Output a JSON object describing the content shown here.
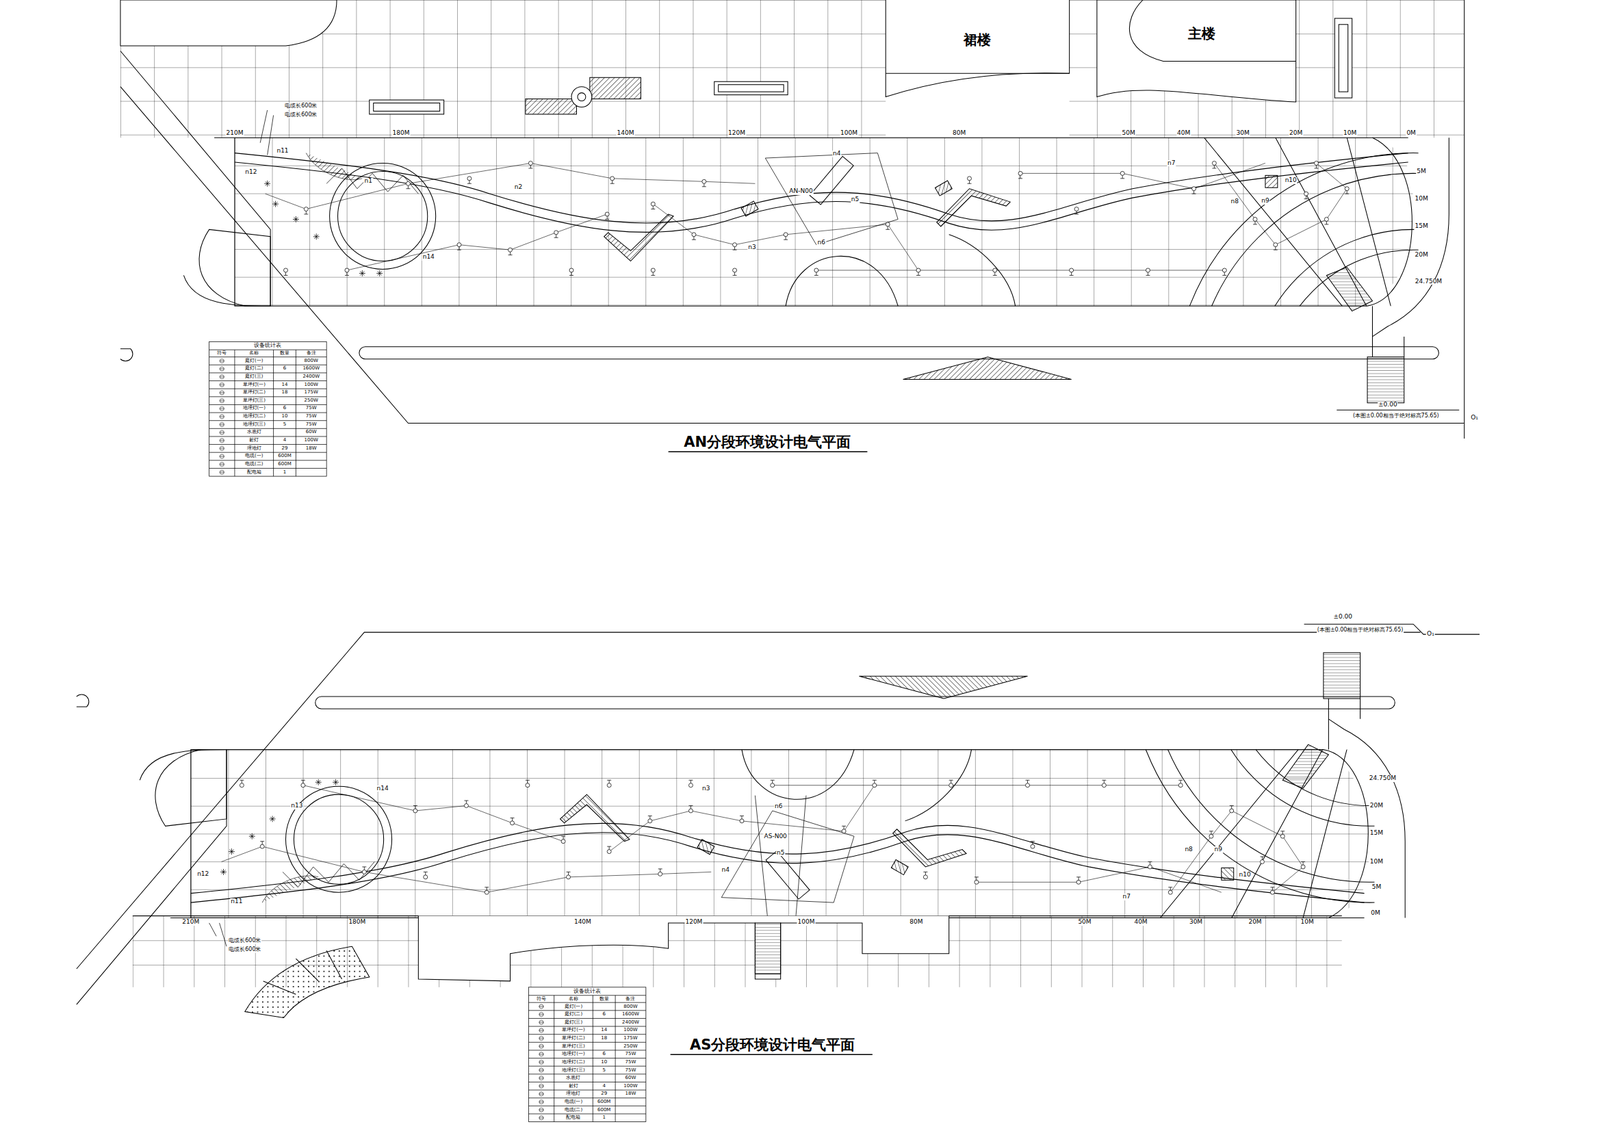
{
  "diagram": {
    "nodes": [
      {
        "text": [
          "裙楼"
        ]
      },
      {
        "text": [
          "主楼"
        ]
      }
    ],
    "labels": [
      "210M",
      "180M",
      "140M",
      "120M",
      "100M",
      "80M",
      "50M",
      "40M",
      "30M",
      "20M",
      "10M",
      "0M",
      "5M",
      "10M",
      "15M",
      "20M",
      "24.750M",
      "±0.00",
      "(本图±0.00相当于绝对标高75.65)",
      "O₁",
      "n11",
      "n12",
      "n1",
      "n2",
      "n14",
      "n3",
      "n4",
      "n5",
      "n6",
      "AN-N00",
      "n7",
      "n8",
      "n9",
      "n10",
      "电缆长600米",
      "电缆长600米",
      "AN分段环境设计电气平面",
      "设备统计表",
      "符号",
      "名称",
      "数量",
      "备注",
      "庭灯(一)",
      "800W",
      "庭灯(二)",
      "6",
      "1600W",
      "庭灯(三)",
      "2400W",
      "草坪灯(一)",
      "14",
      "100W",
      "草坪灯(二)",
      "18",
      "175W",
      "草坪灯(三)",
      "250W",
      "地埋灯(一)",
      "6",
      "75W",
      "地埋灯(二)",
      "10",
      "75W",
      "地埋灯(三)",
      "5",
      "75W",
      "水底灯",
      "60W",
      "射灯",
      "4",
      "100W",
      "埋地灯",
      "29",
      "18W",
      "电缆(一)",
      "600M",
      "电缆(二)",
      "600M",
      "配电箱",
      "1",
      "210M",
      "180M",
      "140M",
      "120M",
      "100M",
      "80M",
      "50M",
      "40M",
      "30M",
      "20M",
      "10M",
      "0M",
      "24.750M",
      "20M",
      "15M",
      "10M",
      "5M",
      "±0.00",
      "(本图±0.00相当于绝对标高75.65)",
      "O₁",
      "n14",
      "n13",
      "n12",
      "n11",
      "n3",
      "n4",
      "n6",
      "AS-N00",
      "n5",
      "n8",
      "n9",
      "n10",
      "n7",
      "电缆长600米",
      "电缆长600米",
      "AS分段环境设计电气平面",
      "设备统计表",
      "符号",
      "名称",
      "数量",
      "备注",
      "庭灯(一)",
      "800W",
      "庭灯(二)",
      "6",
      "1600W",
      "庭灯(三)",
      "2400W",
      "草坪灯(一)",
      "14",
      "100W",
      "草坪灯(二)",
      "18",
      "175W",
      "草坪灯(三)",
      "250W",
      "地埋灯(一)",
      "6",
      "75W",
      "地埋灯(二)",
      "10",
      "75W",
      "地埋灯(三)",
      "5",
      "75W",
      "水底灯",
      "60W",
      "射灯",
      "4",
      "100W",
      "埋地灯",
      "29",
      "18W",
      "电缆(一)",
      "600M",
      "电缆(二)",
      "600M",
      "配电箱",
      "1"
    ]
  }
}
